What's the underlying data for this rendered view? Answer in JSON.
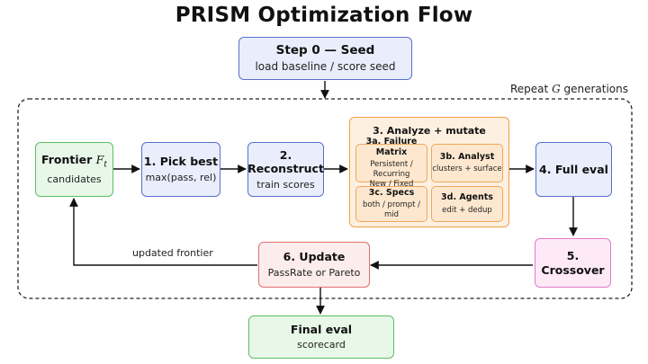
{
  "title": "PRISM Optimization Flow",
  "loop": {
    "prefix": "Repeat",
    "var": "G",
    "suffix": "generations"
  },
  "nodes": {
    "seed": {
      "title": "Step 0 — Seed",
      "subtitle": "load baseline / score seed"
    },
    "frontier": {
      "title": "Frontier",
      "symbol": "F",
      "subscript": "t",
      "subtitle": "candidates"
    },
    "pick": {
      "title": "1. Pick best",
      "subtitle": "max(pass, rel)"
    },
    "reconstruct": {
      "title": "2. Reconstruct",
      "subtitle": "train scores"
    },
    "analyze": {
      "title": "3. Analyze + mutate",
      "subs": [
        {
          "title": "3a. Failure Matrix",
          "line1": "Persistent / Recurring",
          "line2": "New / Fixed"
        },
        {
          "title": "3b. Analyst",
          "line1": "clusters + surface"
        },
        {
          "title": "3c. Specs",
          "line1": "both / prompt / mid"
        },
        {
          "title": "3d. Agents",
          "line1": "edit + dedup"
        }
      ]
    },
    "full_eval": {
      "title": "4. Full eval"
    },
    "crossover": {
      "title": "5. Crossover"
    },
    "update": {
      "title": "6. Update",
      "subtitle": "PassRate or Pareto"
    },
    "final": {
      "title": "Final eval",
      "subtitle": "scorecard"
    }
  },
  "edges": {
    "updated_frontier": "updated frontier"
  },
  "colors": {
    "blue": "#5a6fd0",
    "green": "#5bbf62",
    "red": "#e07070",
    "pink": "#e57ac7",
    "orange": "#ef9f44"
  }
}
